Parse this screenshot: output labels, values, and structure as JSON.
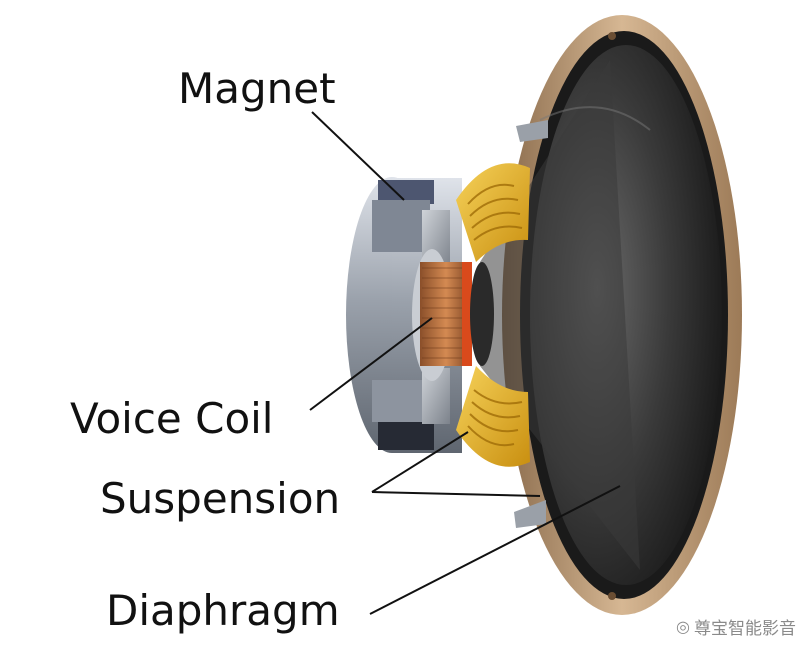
{
  "labels": {
    "magnet": "Magnet",
    "voice_coil": "Voice Coil",
    "suspension": "Suspension",
    "diaphragm": "Diaphragm"
  },
  "watermark": {
    "text": "尊宝智能影音",
    "icon": "weibo-icon"
  },
  "colors": {
    "frame": "#c4a27e",
    "cone": "#2b2b2b",
    "suspension": "#e8b21c",
    "coil": "#b8703c",
    "magnet": "#5b6478",
    "label": "#111111"
  }
}
